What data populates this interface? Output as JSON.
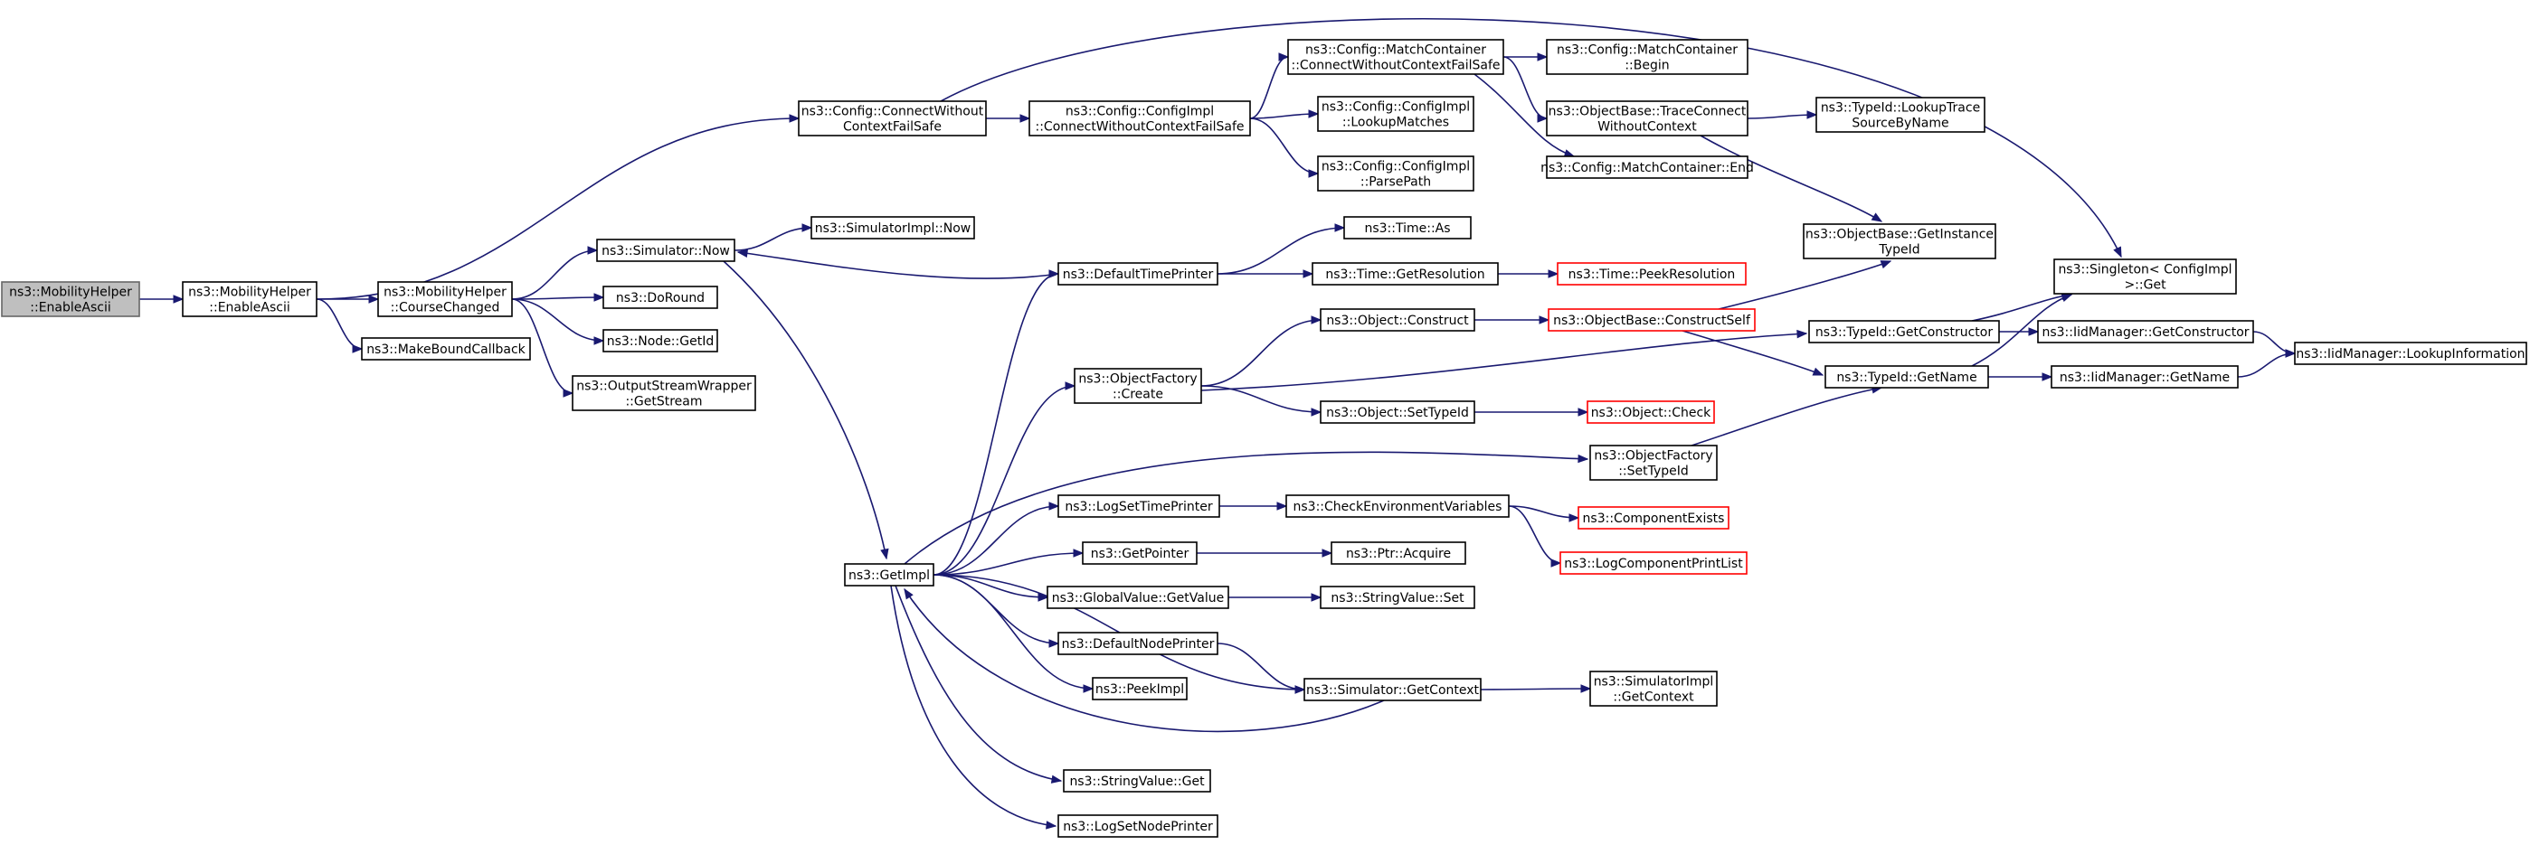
{
  "colors": {
    "edge": "#191970",
    "node_border": "#000000",
    "root_fill": "#bfbfbf",
    "truncated_border": "#ff0000"
  },
  "nodes": [
    {
      "id": "n0",
      "lines": [
        "ns3::MobilityHelper",
        "::EnableAscii"
      ],
      "kind": "root"
    },
    {
      "id": "n1",
      "lines": [
        "ns3::MobilityHelper",
        "::EnableAscii"
      ]
    },
    {
      "id": "n2",
      "lines": [
        "ns3::Config::ConnectWithout",
        "ContextFailSafe"
      ]
    },
    {
      "id": "n3",
      "lines": [
        "ns3::MobilityHelper",
        "::CourseChanged"
      ]
    },
    {
      "id": "n4",
      "lines": [
        "ns3::MakeBoundCallback"
      ]
    },
    {
      "id": "n5",
      "lines": [
        "ns3::Config::ConfigImpl",
        "::ConnectWithoutContextFailSafe"
      ]
    },
    {
      "id": "n6",
      "lines": [
        "ns3::Singleton< ConfigImpl",
        " >::Get"
      ]
    },
    {
      "id": "n7",
      "lines": [
        "ns3::Config::MatchContainer",
        "::ConnectWithoutContextFailSafe"
      ]
    },
    {
      "id": "n8",
      "lines": [
        "ns3::Config::ConfigImpl",
        "::LookupMatches"
      ]
    },
    {
      "id": "n9",
      "lines": [
        "ns3::Config::ConfigImpl",
        "::ParsePath"
      ]
    },
    {
      "id": "n10",
      "lines": [
        "ns3::Config::MatchContainer",
        "::Begin"
      ]
    },
    {
      "id": "n11",
      "lines": [
        "ns3::ObjectBase::TraceConnect",
        "WithoutContext"
      ]
    },
    {
      "id": "n12",
      "lines": [
        "ns3::Config::MatchContainer::End"
      ]
    },
    {
      "id": "n13",
      "lines": [
        "ns3::ObjectBase::GetInstance",
        "TypeId"
      ]
    },
    {
      "id": "n14",
      "lines": [
        "ns3::TypeId::LookupTrace",
        "SourceByName"
      ]
    },
    {
      "id": "n15",
      "lines": [
        "ns3::Simulator::Now"
      ]
    },
    {
      "id": "n16",
      "lines": [
        "ns3::DoRound"
      ]
    },
    {
      "id": "n17",
      "lines": [
        "ns3::Node::GetId"
      ]
    },
    {
      "id": "n18",
      "lines": [
        "ns3::OutputStreamWrapper",
        "::GetStream"
      ]
    },
    {
      "id": "n19",
      "lines": [
        "ns3::SimulatorImpl::Now"
      ]
    },
    {
      "id": "n20",
      "lines": [
        "ns3::GetImpl"
      ]
    },
    {
      "id": "n21",
      "lines": [
        "ns3::DefaultTimePrinter"
      ]
    },
    {
      "id": "n22",
      "lines": [
        "ns3::ObjectFactory",
        "::Create"
      ]
    },
    {
      "id": "n23",
      "lines": [
        "ns3::ObjectFactory",
        "::SetTypeId"
      ]
    },
    {
      "id": "n24",
      "lines": [
        "ns3::LogSetTimePrinter"
      ]
    },
    {
      "id": "n25",
      "lines": [
        "ns3::GetPointer"
      ]
    },
    {
      "id": "n26",
      "lines": [
        "ns3::GlobalValue::GetValue"
      ]
    },
    {
      "id": "n27",
      "lines": [
        "ns3::DefaultNodePrinter"
      ]
    },
    {
      "id": "n28",
      "lines": [
        "ns3::PeekImpl"
      ]
    },
    {
      "id": "n29",
      "lines": [
        "ns3::Simulator::GetContext"
      ]
    },
    {
      "id": "n30",
      "lines": [
        "ns3::StringValue::Get"
      ]
    },
    {
      "id": "n31",
      "lines": [
        "ns3::LogSetNodePrinter"
      ]
    },
    {
      "id": "n32",
      "lines": [
        "ns3::Time::As"
      ]
    },
    {
      "id": "n33",
      "lines": [
        "ns3::Time::GetResolution"
      ]
    },
    {
      "id": "n34",
      "lines": [
        "ns3::Time::PeekResolution"
      ],
      "kind": "truncated"
    },
    {
      "id": "n35",
      "lines": [
        "ns3::Object::Construct"
      ]
    },
    {
      "id": "n36",
      "lines": [
        "ns3::ObjectBase::ConstructSelf"
      ],
      "kind": "truncated"
    },
    {
      "id": "n37",
      "lines": [
        "ns3::Object::SetTypeId"
      ]
    },
    {
      "id": "n38",
      "lines": [
        "ns3::Object::Check"
      ],
      "kind": "truncated"
    },
    {
      "id": "n39",
      "lines": [
        "ns3::TypeId::GetConstructor"
      ]
    },
    {
      "id": "n40",
      "lines": [
        "ns3::TypeId::GetName"
      ]
    },
    {
      "id": "n41",
      "lines": [
        "ns3::IidManager::GetConstructor"
      ]
    },
    {
      "id": "n42",
      "lines": [
        "ns3::IidManager::GetName"
      ]
    },
    {
      "id": "n43",
      "lines": [
        "ns3::IidManager::LookupInformation"
      ]
    },
    {
      "id": "n44",
      "lines": [
        "ns3::CheckEnvironmentVariables"
      ]
    },
    {
      "id": "n45",
      "lines": [
        "ns3::ComponentExists"
      ],
      "kind": "truncated"
    },
    {
      "id": "n46",
      "lines": [
        "ns3::LogComponentPrintList"
      ],
      "kind": "truncated"
    },
    {
      "id": "n47",
      "lines": [
        "ns3::Ptr::Acquire"
      ]
    },
    {
      "id": "n48",
      "lines": [
        "ns3::StringValue::Set"
      ]
    },
    {
      "id": "n49",
      "lines": [
        "ns3::SimulatorImpl",
        "::GetContext"
      ]
    }
  ],
  "edges": [
    [
      "n0",
      "n1"
    ],
    [
      "n1",
      "n2"
    ],
    [
      "n1",
      "n3"
    ],
    [
      "n1",
      "n4"
    ],
    [
      "n2",
      "n5"
    ],
    [
      "n2",
      "n6"
    ],
    [
      "n5",
      "n7"
    ],
    [
      "n5",
      "n8"
    ],
    [
      "n5",
      "n9"
    ],
    [
      "n7",
      "n10"
    ],
    [
      "n7",
      "n11"
    ],
    [
      "n7",
      "n12"
    ],
    [
      "n11",
      "n13"
    ],
    [
      "n11",
      "n14"
    ],
    [
      "n3",
      "n15"
    ],
    [
      "n3",
      "n16"
    ],
    [
      "n3",
      "n17"
    ],
    [
      "n3",
      "n18"
    ],
    [
      "n15",
      "n19"
    ],
    [
      "n15",
      "n20"
    ],
    [
      "n20",
      "n21"
    ],
    [
      "n20",
      "n22"
    ],
    [
      "n20",
      "n23"
    ],
    [
      "n20",
      "n24"
    ],
    [
      "n20",
      "n25"
    ],
    [
      "n20",
      "n26"
    ],
    [
      "n20",
      "n27"
    ],
    [
      "n20",
      "n28"
    ],
    [
      "n20",
      "n29"
    ],
    [
      "n20",
      "n30"
    ],
    [
      "n20",
      "n31"
    ],
    [
      "n21",
      "n15"
    ],
    [
      "n21",
      "n32"
    ],
    [
      "n21",
      "n33"
    ],
    [
      "n33",
      "n34"
    ],
    [
      "n22",
      "n35"
    ],
    [
      "n22",
      "n37"
    ],
    [
      "n22",
      "n39"
    ],
    [
      "n35",
      "n36"
    ],
    [
      "n36",
      "n13"
    ],
    [
      "n36",
      "n40"
    ],
    [
      "n37",
      "n38"
    ],
    [
      "n39",
      "n6"
    ],
    [
      "n39",
      "n41"
    ],
    [
      "n40",
      "n6"
    ],
    [
      "n40",
      "n42"
    ],
    [
      "n41",
      "n43"
    ],
    [
      "n42",
      "n43"
    ],
    [
      "n23",
      "n40"
    ],
    [
      "n24",
      "n44"
    ],
    [
      "n44",
      "n45"
    ],
    [
      "n44",
      "n46"
    ],
    [
      "n25",
      "n47"
    ],
    [
      "n26",
      "n48"
    ],
    [
      "n27",
      "n29"
    ],
    [
      "n29",
      "n20"
    ],
    [
      "n29",
      "n49"
    ]
  ]
}
